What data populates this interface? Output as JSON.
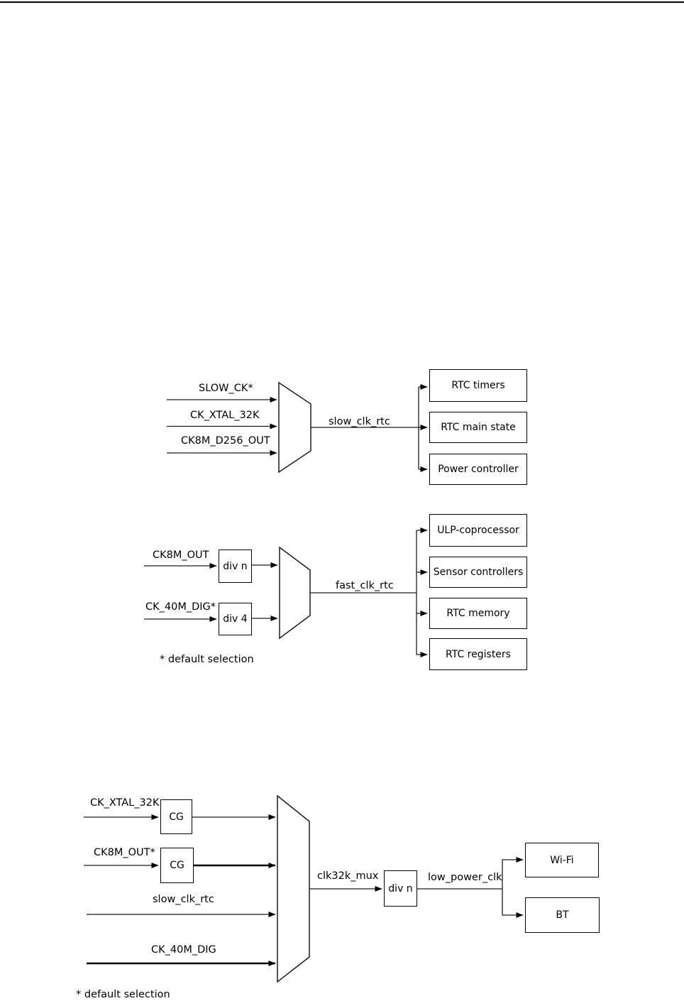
{
  "page": {
    "background": "#ffffff",
    "line_color": "#000000"
  },
  "diagrams": {
    "slow_clk": {
      "inputs": [
        "SLOW_CK*",
        "CK_XTAL_32K",
        "CK8M_D256_OUT"
      ],
      "output_label": "slow_clk_rtc",
      "destinations": [
        "RTC timers",
        "RTC main state",
        "Power controller"
      ]
    },
    "fast_clk": {
      "inputs": [
        "CK8M_OUT",
        "CK_40M_DIG*"
      ],
      "dividers": [
        "div n",
        "div 4"
      ],
      "output_label": "fast_clk_rtc",
      "destinations": [
        "ULP-coprocessor",
        "Sensor controllers",
        "RTC memory",
        "RTC registers"
      ],
      "note": "* default selection"
    },
    "low_power": {
      "inputs": [
        "CK_XTAL_32K",
        "CK8M_OUT*",
        "slow_clk_rtc",
        "CK_40M_DIG"
      ],
      "clock_gates": [
        "CG",
        "CG"
      ],
      "mux_output_label": "clk32k_mux",
      "divider": "div n",
      "output_label": "low_power_clk",
      "destinations": [
        "Wi-Fi",
        "BT"
      ],
      "note": "* default selection"
    }
  }
}
